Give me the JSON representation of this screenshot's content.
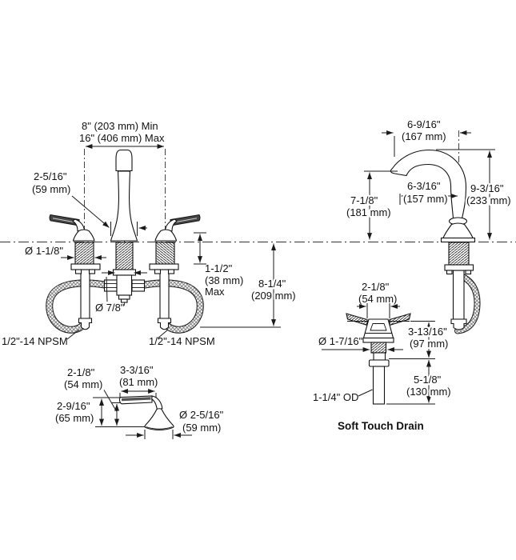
{
  "drawing": {
    "type": "faucet-installation-spec-diagram",
    "front": {
      "spread_min": "8\" (203 mm) Min",
      "spread_max": "16\" (406 mm) Max",
      "spout_base_dia_in": "2-5/16\"",
      "spout_base_dia_mm": "(59 mm)",
      "handle_shank_dia": "Ø 1-1/8\"",
      "deck_max_in": "1-1/2\"",
      "deck_max_mm": "(38 mm)",
      "deck_max_word": "Max",
      "below_deck_in": "8-1/4\"",
      "below_deck_mm": "(209 mm)",
      "center_shank_dia": "Ø 7/8\"",
      "supply_thread_left": "1/2\"-14 NPSM",
      "supply_thread_right": "1/2\"-14 NPSM"
    },
    "side_spout": {
      "reach_in": "6-9/16\"",
      "reach_mm": "(167 mm)",
      "inner_reach_in": "6-3/16\"",
      "inner_reach_mm": "(157 mm)",
      "height_in": "9-3/16\"",
      "height_mm": "(233 mm)",
      "outlet_height_in": "7-1/8\"",
      "outlet_height_mm": "(181 mm)"
    },
    "handle_side": {
      "lever_height_in": "2-1/8\"",
      "lever_height_mm": "(54 mm)",
      "lever_length_in": "3-3/16\"",
      "lever_length_mm": "(81 mm)",
      "total_height_in": "2-9/16\"",
      "total_height_mm": "(65 mm)",
      "base_dia_in": "Ø 2-5/16\"",
      "base_dia_mm": "(59 mm)"
    },
    "drain": {
      "flange_in": "2-1/8\"",
      "flange_mm": "(54 mm)",
      "upper_len_in": "3-13/16\"",
      "upper_len_mm": "(97 mm)",
      "thread_dia": "Ø 1-7/16\"",
      "lower_len_in": "5-1/8\"",
      "lower_len_mm": "(130 mm)",
      "tailpiece_od": "1-1/4\" OD",
      "caption": "Soft Touch Drain"
    },
    "colors": {
      "line": "#1a1a1a",
      "paper": "#ffffff"
    }
  }
}
